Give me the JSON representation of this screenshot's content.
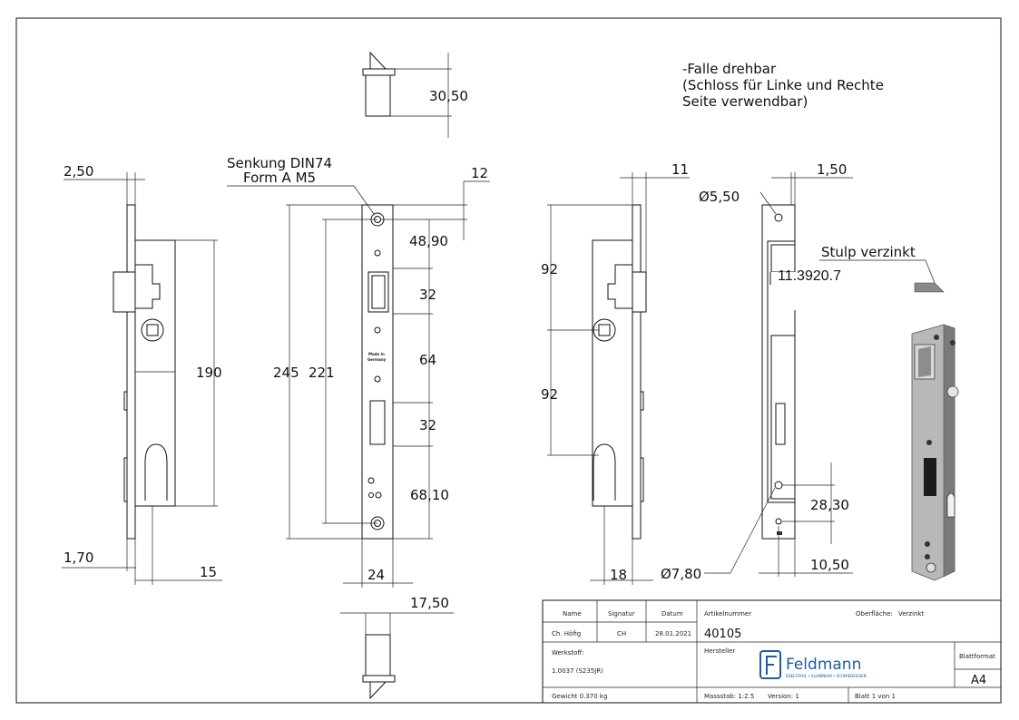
{
  "notes": {
    "line1": "-Falle drehbar",
    "line2": "(Schloss für Linke und Rechte",
    "line3": "Seite verwendbar)",
    "senkung1": "Senkung DIN74",
    "senkung2": "Form A M5",
    "stulp": "Stulp verzinkt",
    "overlay": "11.3920.7",
    "made_in": "Made in",
    "germany": "Germany"
  },
  "dims": {
    "d30_50": "30,50",
    "d2_50": "2,50",
    "d12": "12",
    "d11": "11",
    "d1_50": "1,50",
    "dia5_50": "Ø5,50",
    "d48_90": "48,90",
    "d32a": "32",
    "d64": "64",
    "d32b": "32",
    "d68_10": "68,10",
    "d190": "190",
    "d245": "245",
    "d221": "221",
    "d92a": "92",
    "d92b": "92",
    "d28_30": "28,30",
    "dia7_80": "Ø7,80",
    "d10_50": "10,50",
    "d1_70": "1,70",
    "d15": "15",
    "d24": "24",
    "d18": "18",
    "d17_50": "17,50"
  },
  "title_block": {
    "h_name": "Name",
    "h_signatur": "Signatur",
    "h_datum": "Datum",
    "name": "Ch. Höfig",
    "signatur": "CH",
    "datum": "28.01.2021",
    "artikel_label": "Artikelnummer",
    "artikel": "40105",
    "oberflaeche_label": "Oberfläche:",
    "oberflaeche": "Verzinkt",
    "werkstoff_label": "Werkstoff:",
    "werkstoff": "1.0037 (S235JR)",
    "hersteller_label": "Hersteller",
    "brand": "Feldmann",
    "brand_sub": "EDELSTAHL • ALUMINIUM • SCHMIEDEEISEN",
    "blattformat_label": "Blattformat",
    "blattformat": "A4",
    "gewicht": "Gewicht 0.370 kg",
    "massstab": "Massstab: 1:2.5",
    "version": "Version: 1",
    "blatt": "Blatt 1 von 1"
  },
  "colors": {
    "brand": "#1f5aa6",
    "steel": "#9a9a9a"
  }
}
